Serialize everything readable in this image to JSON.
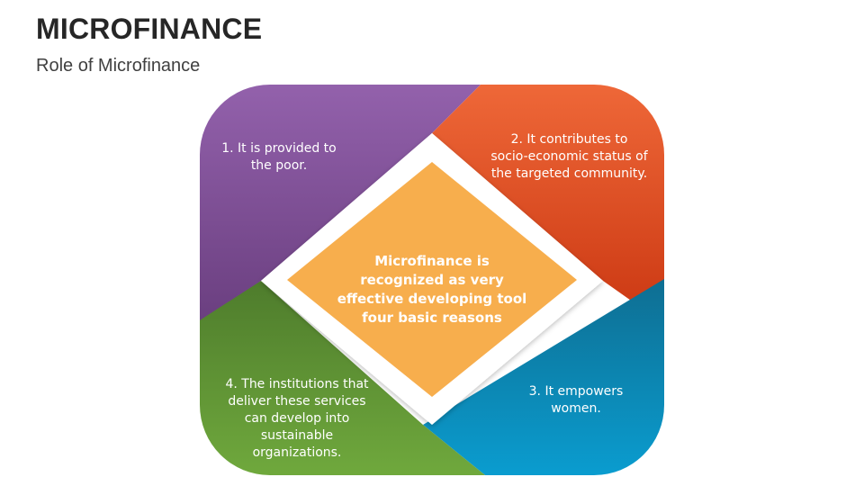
{
  "slide": {
    "title": "MICROFINANCE",
    "subtitle": "Role of Microfinance"
  },
  "diagram": {
    "center_text": "Microfinance is recognized as very effective developing tool four basic reasons",
    "center_color": "#F7AE4D",
    "quadrants": [
      {
        "position": "top-left",
        "text": "1. It is provided to the poor.",
        "color": "#7E4F96"
      },
      {
        "position": "top-right",
        "text": "2. It contributes to socio-economic status of the targeted community.",
        "color": "#E2461E"
      },
      {
        "position": "bottom-right",
        "text": "3. It empowers women.",
        "color": "#0A82AD"
      },
      {
        "position": "bottom-left",
        "text": "4. The institutions that deliver these services can develop into sustainable organizations.",
        "color": "#5E9434"
      }
    ]
  }
}
